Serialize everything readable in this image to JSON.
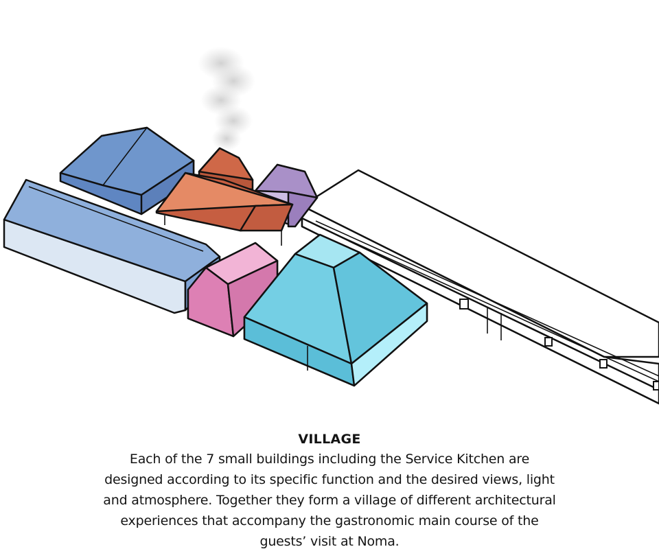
{
  "caption": {
    "title": "VILLAGE",
    "lines": [
      "Each of the 7 small buildings including the Service Kitchen are",
      "designed according to its specific function and the desired views, light",
      "and atmosphere. Together they form a village of different architectural",
      "experiences that accompany the gastronomic main course of the",
      "guests’ visit at Noma."
    ]
  },
  "colors": {
    "blue_roof": "#6f96cc",
    "blue_light_roof": "#8fb0dc",
    "blue_wall": "#dce7f3",
    "orange_roof": "#cf6848",
    "orange_light": "#e58a65",
    "purple": "#a990c8",
    "pink": "#dd80b4",
    "cyan": "#63c4dc",
    "cyan_light": "#a6e6f2",
    "outline": "#111111"
  }
}
